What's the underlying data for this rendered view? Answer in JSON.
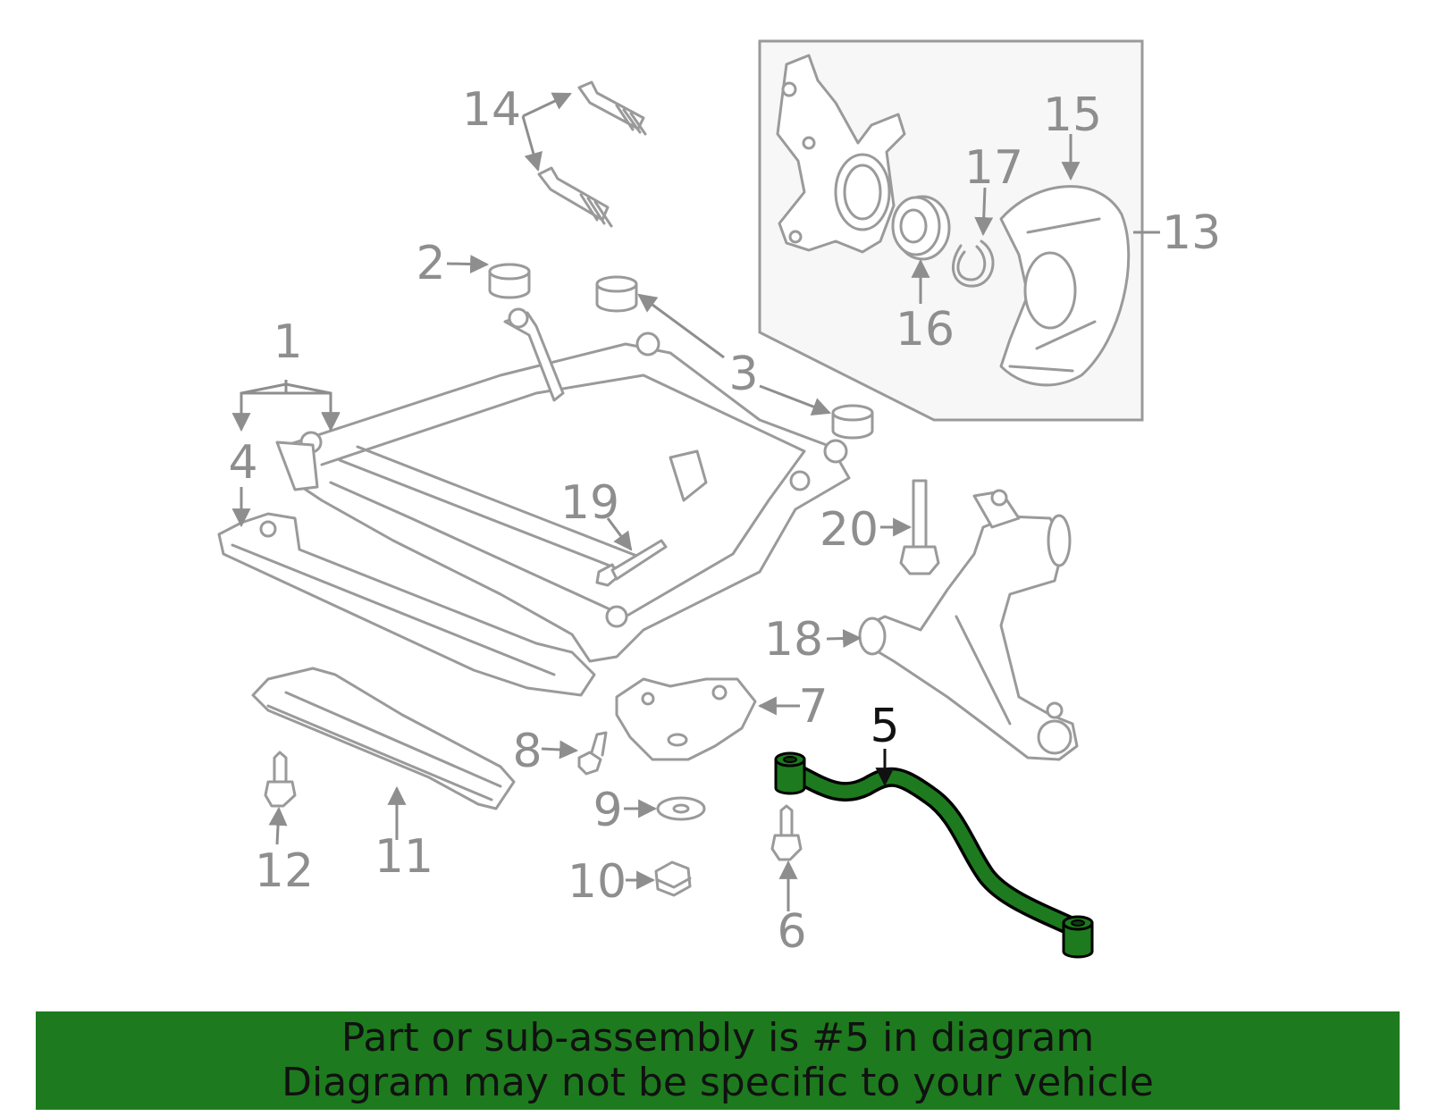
{
  "callouts": {
    "c1": "1",
    "c2": "2",
    "c3": "3",
    "c4": "4",
    "c5": "5",
    "c6": "6",
    "c7": "7",
    "c8": "8",
    "c9": "9",
    "c10": "10",
    "c11": "11",
    "c12": "12",
    "c13": "13",
    "c14": "14",
    "c15": "15",
    "c16": "16",
    "c17": "17",
    "c18": "18",
    "c19": "19",
    "c20": "20"
  },
  "highlighted_part": "5",
  "colors": {
    "highlight_fill": "#1e7a1e",
    "banner_background": "#1e7a1e",
    "part_outline": "#9a9a9a",
    "label_gray": "#8e8e8e",
    "inset_background": "#f7f7f7"
  },
  "banner": {
    "line1": "Part or sub-assembly is #5 in diagram",
    "line2": "Diagram may not be specific to your vehicle"
  }
}
